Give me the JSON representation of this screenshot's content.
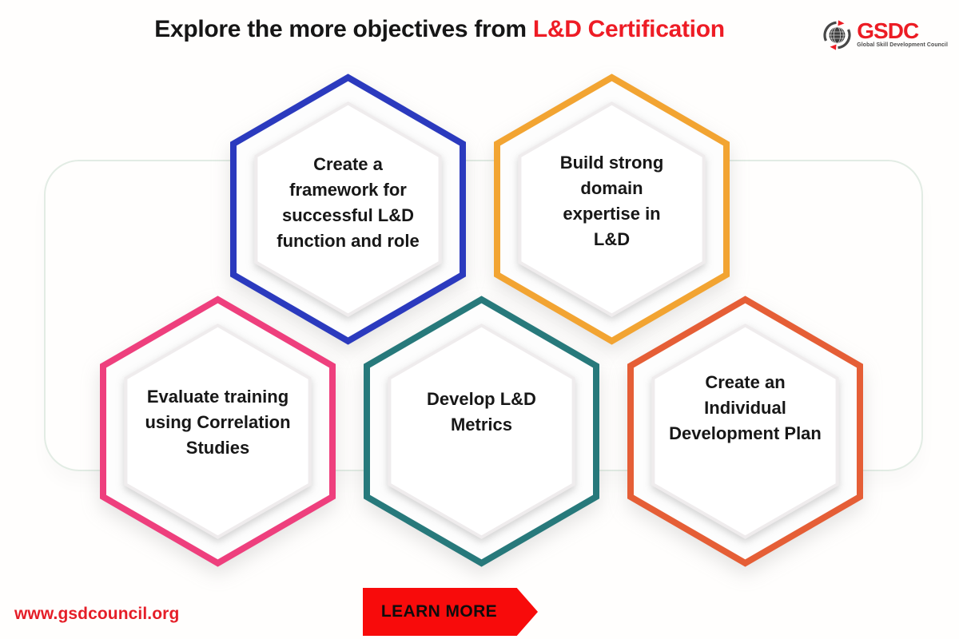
{
  "title": {
    "prefix": "Explore the more objectives from ",
    "highlight": "L&D Certification",
    "highlight_color": "#ee1c25"
  },
  "logo": {
    "name": "GSDC",
    "tagline": "Global Skill Development Council",
    "brand_color": "#ec1c24"
  },
  "panel": {
    "border_color": "#e2ece4"
  },
  "hexagons": [
    {
      "id": "create-framework",
      "label": "Create a\nframework for\nsuccessful L&D\nfunction and role",
      "color": "#2b3abe"
    },
    {
      "id": "build-domain-expertise",
      "label": "Build strong\ndomain\nexpertise in\nL&D",
      "color": "#f2a432"
    },
    {
      "id": "evaluate-training",
      "label": "Evaluate training\nusing Correlation\nStudies",
      "color": "#ee3f7d"
    },
    {
      "id": "develop-ld-metrics",
      "label": "Develop L&D\nMetrics",
      "color": "#27797b"
    },
    {
      "id": "individual-development-plan",
      "label": "Create an\nIndividual\nDevelopment Plan",
      "color": "#e55e36"
    }
  ],
  "footer": {
    "website": "www.gsdcouncil.org",
    "website_color": "#e51e28",
    "cta": "LEARN MORE",
    "cta_color": "#f80b0b"
  }
}
